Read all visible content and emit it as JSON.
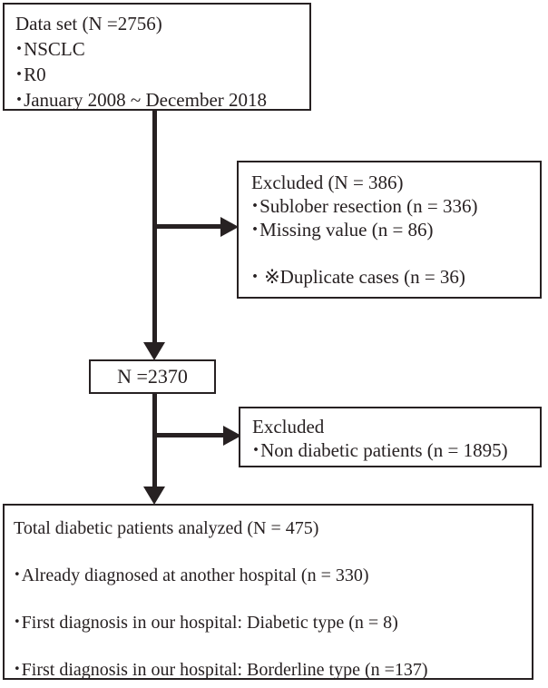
{
  "figure": {
    "type": "flow-diagram",
    "bullet": "·",
    "colors": {
      "ink": "#272122",
      "background": "#ffffff"
    },
    "boxes": {
      "dataset": {
        "title": "Data set (N =2756)",
        "items": [
          "NSCLC",
          "R0",
          "January 2008 ~ December 2018"
        ]
      },
      "excluded1": {
        "title": "Excluded (N = 386)",
        "items": [
          "Sublober resection (n = 336)",
          "Missing value (n = 86)"
        ],
        "spaced_item": "※Duplicate cases (n = 36)"
      },
      "interim": {
        "label": "N =2370"
      },
      "excluded2": {
        "title": "Excluded",
        "items": [
          "Non diabetic patients (n = 1895)"
        ]
      },
      "total": {
        "title": "Total diabetic patients analyzed (N = 475)",
        "items": [
          "Already diagnosed at another hospital (n = 330)",
          "First diagnosis in our hospital: Diabetic type (n = 8)",
          "First diagnosis in our hospital: Borderline type (n =137)"
        ]
      }
    }
  }
}
